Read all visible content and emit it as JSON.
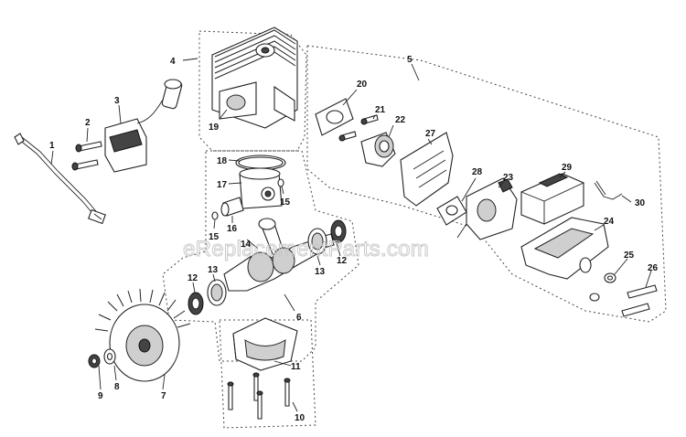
{
  "watermark": "eReplacementParts.com",
  "callouts": {
    "c1": "1",
    "c2": "2",
    "c3": "3",
    "c4": "4",
    "c5": "5",
    "c6": "6",
    "c7": "7",
    "c8": "8",
    "c9": "9",
    "c10": "10",
    "c11": "11",
    "c12a": "12",
    "c12b": "12",
    "c13a": "13",
    "c13b": "13",
    "c14": "14",
    "c15a": "15",
    "c15b": "15",
    "c16": "16",
    "c17": "17",
    "c18": "18",
    "c19": "19",
    "c20": "20",
    "c21": "21",
    "c22": "22",
    "c23": "23",
    "c24": "24",
    "c25": "25",
    "c26": "26",
    "c27": "27",
    "c28": "28",
    "c29": "29",
    "c30": "30"
  }
}
